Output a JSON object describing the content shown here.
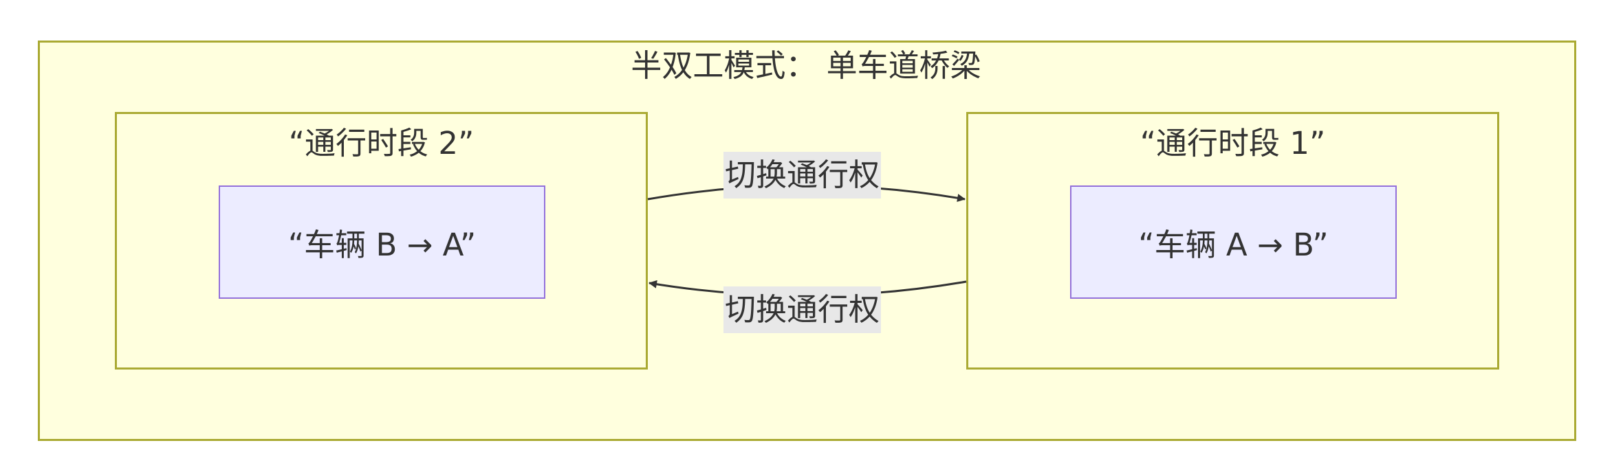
{
  "diagram": {
    "outer_title": "半双工模式： 单车道桥梁",
    "groups": [
      {
        "title": "“通行时段 2”",
        "node_label": "“车辆 B → A”"
      },
      {
        "title": "“通行时段 1”",
        "node_label": "“车辆 A → B”"
      }
    ],
    "edges": [
      {
        "label": "切换通行权",
        "from": "通行时段 2",
        "to": "通行时段 1"
      },
      {
        "label": "切换通行权",
        "from": "通行时段 1",
        "to": "通行时段 2"
      }
    ]
  }
}
